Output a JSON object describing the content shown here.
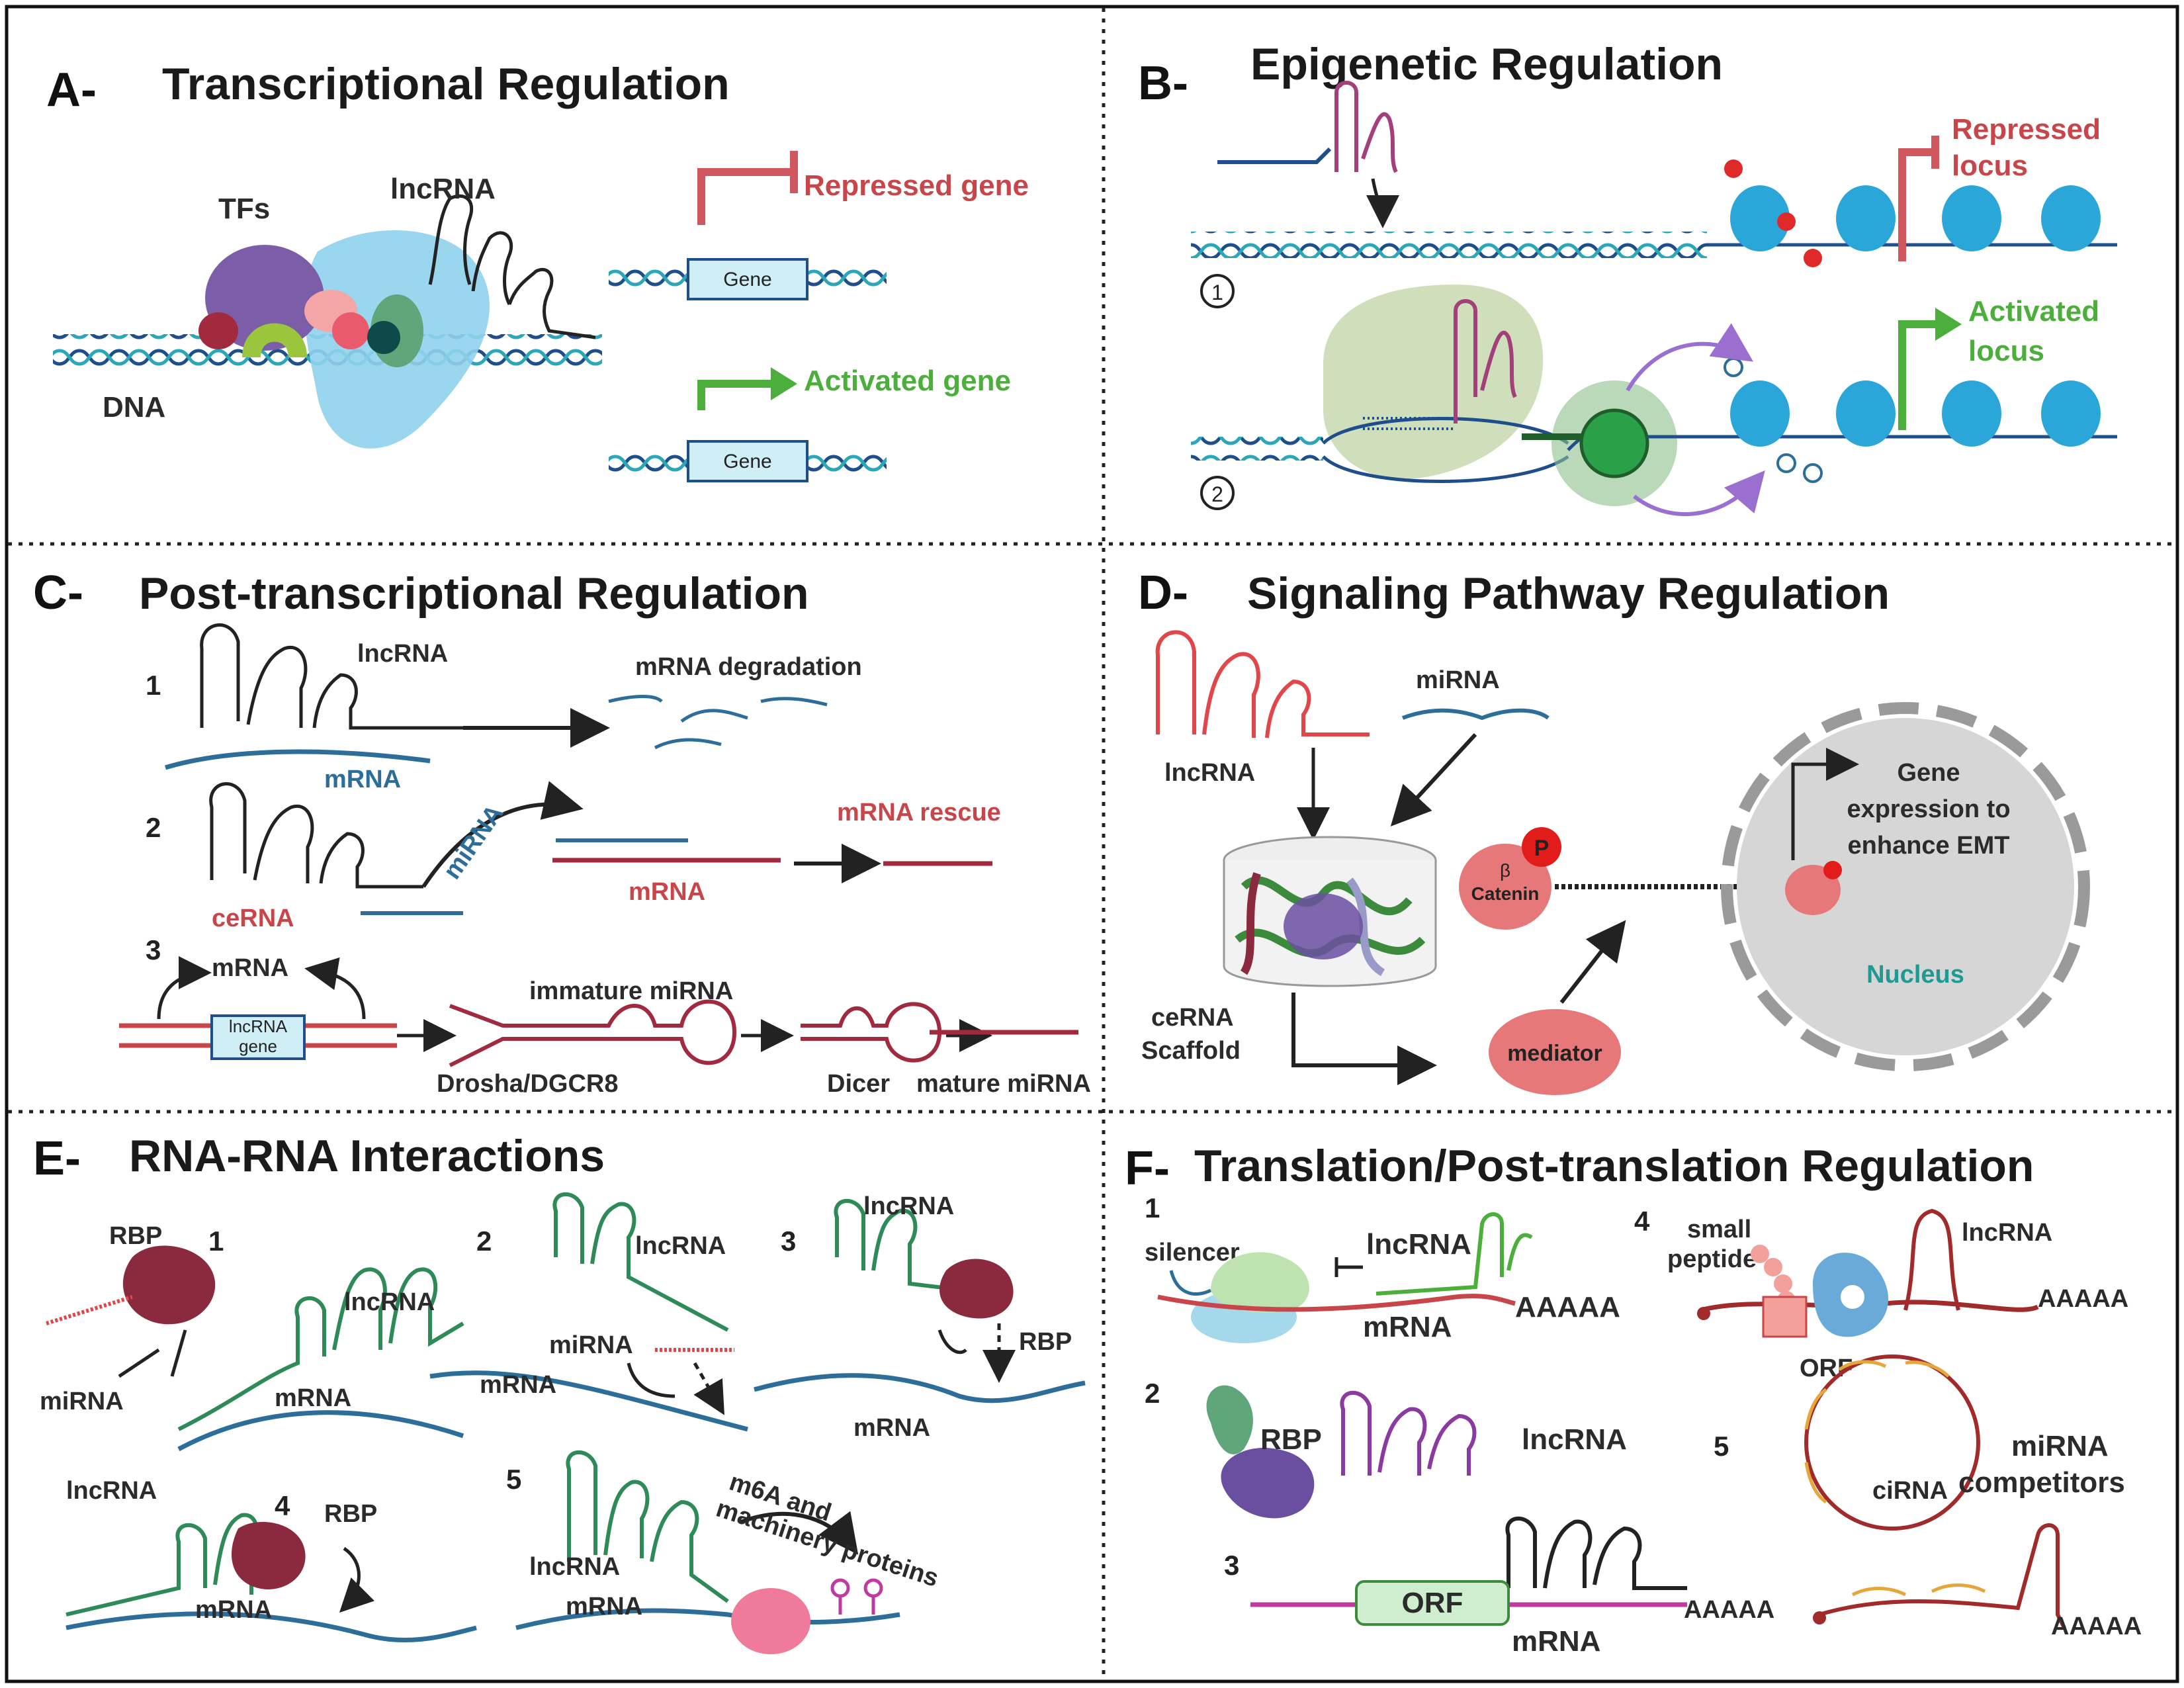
{
  "panels": {
    "A": {
      "letter": "A-",
      "title": "Transcriptional Regulation",
      "tfs": "TFs",
      "lncrna": "lncRNA",
      "dna": "DNA",
      "repressed": "Repressed gene",
      "activated": "Activated gene",
      "gene1": "Gene",
      "gene2": "Gene"
    },
    "B": {
      "letter": "B-",
      "title": "Epigenetic Regulation",
      "repressed_1": "Repressed",
      "repressed_2": "locus",
      "activated_1": "Activated",
      "activated_2": "locus",
      "n1": "1",
      "n2": "2"
    },
    "C": {
      "letter": "C-",
      "title": "Post-transcriptional Regulation",
      "n1": "1",
      "n2": "2",
      "n3": "3",
      "lncrna": "lncRNA",
      "mrna1": "mRNA",
      "degradation": "mRNA degradation",
      "mirna": "miRNA",
      "cerna": "ceRNA",
      "mrna2": "mRNA",
      "rescue": "mRNA rescue",
      "mrna3": "mRNA",
      "lncrna_gene_1": "lncRNA",
      "lncrna_gene_2": "gene",
      "immature": "immature miRNA",
      "drosha": "Drosha/DGCR8",
      "dicer": "Dicer",
      "mature": "mature miRNA"
    },
    "D": {
      "letter": "D-",
      "title": "Signaling Pathway Regulation",
      "mirna": "miRNA",
      "lncrna": "lncRNA",
      "cerna_1": "ceRNA",
      "cerna_2": "Scaffold",
      "p": "P",
      "beta": "β",
      "catenin": "Catenin",
      "mediator": "mediator",
      "gene_1": "Gene",
      "gene_2": "expression to",
      "gene_3": "enhance EMT",
      "nucleus": "Nucleus"
    },
    "E": {
      "letter": "E-",
      "title": "RNA-RNA Interactions",
      "rbp1": "RBP",
      "n1": "1",
      "lncrna1": "lncRNA",
      "mirna1": "miRNA",
      "mrna1": "mRNA",
      "n2": "2",
      "lncrna2": "lncRNA",
      "mirna2": "miRNA",
      "mrna2": "mRNA",
      "n3": "3",
      "lncrna3": "lncRNA",
      "rbp3": "RBP",
      "mrna3": "mRNA",
      "lncrna4": "lncRNA",
      "n4": "4",
      "rbp4": "RBP",
      "mrna4": "mRNA",
      "n5": "5",
      "lncrna5": "lncRNA",
      "mrna5": "mRNA",
      "m6a_1": "m6A and",
      "m6a_2": "machinery proteins"
    },
    "F": {
      "letter": "F-",
      "title": "Translation/Post-translation Regulation",
      "n1": "1",
      "silencer": "silencer",
      "lncrna1": "lncRNA",
      "mrna1": "mRNA",
      "polya1": "AAAAA",
      "n4": "4",
      "small_1": "small",
      "small_2": "peptide",
      "lncrna4": "lncRNA",
      "polya4": "AAAAA",
      "orf4": "ORF",
      "n2": "2",
      "rbp2": "RBP",
      "lncrna2": "lncRNA",
      "n5": "5",
      "cirna": "ciRNA",
      "competitors_1": "miRNA",
      "competitors_2": "competitors",
      "n3": "3",
      "orf3": "ORF",
      "mrna3": "mRNA",
      "polya3": "AAAAA",
      "polya5": "AAAAA"
    }
  },
  "colors": {
    "red_label": "#c8464a",
    "green_label": "#4caf3b",
    "mrna_blue": "#2c6e99",
    "lncrna_green": "#2e8b57",
    "rbp_maroon": "#8b2a3e",
    "nucleus_fill": "#d6d6d6",
    "nucleus_text": "#1f9a93"
  }
}
